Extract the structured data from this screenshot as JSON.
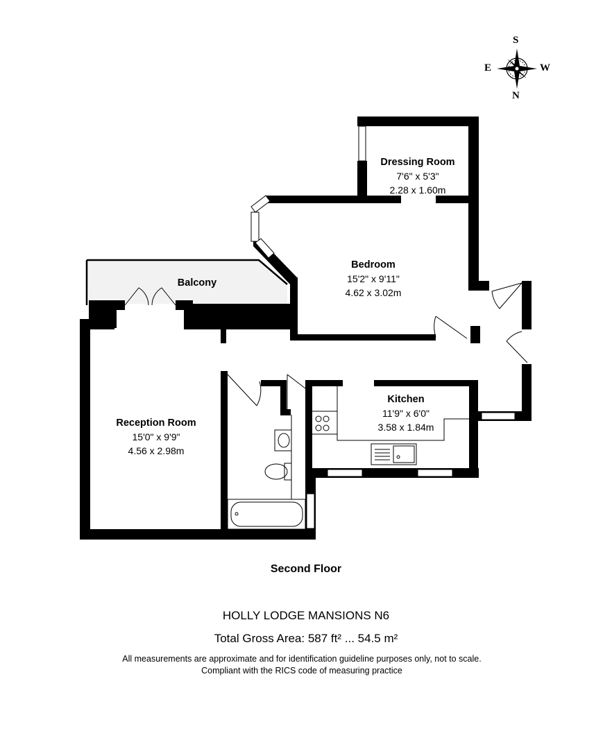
{
  "compass": {
    "top": "S",
    "left": "E",
    "right": "W",
    "bottom": "N"
  },
  "rooms": {
    "dressing": {
      "name": "Dressing Room",
      "imperial": "7'6\" x 5'3\"",
      "metric": "2.28 x 1.60m"
    },
    "bedroom": {
      "name": "Bedroom",
      "imperial": "15'2\" x 9'11\"",
      "metric": "4.62 x 3.02m"
    },
    "balcony": {
      "name": "Balcony"
    },
    "reception": {
      "name": "Reception Room",
      "imperial": "15'0\" x 9'9\"",
      "metric": "4.56 x 2.98m"
    },
    "kitchen": {
      "name": "Kitchen",
      "imperial": "11'9\" x 6'0\"",
      "metric": "3.58 x 1.84m"
    }
  },
  "floor_title": "Second Floor",
  "property_name": "HOLLY LODGE MANSIONS N6",
  "total_area": "Total Gross Area: 587 ft² ... 54.5 m²",
  "disclaimer": [
    "All measurements are approximate and for identification guideline purposes only, not to scale.",
    "Compliant with the RICS code of measuring practice"
  ],
  "colors": {
    "wall": "#000000",
    "balcony_fill": "#f2f2f2",
    "background": "#ffffff"
  }
}
